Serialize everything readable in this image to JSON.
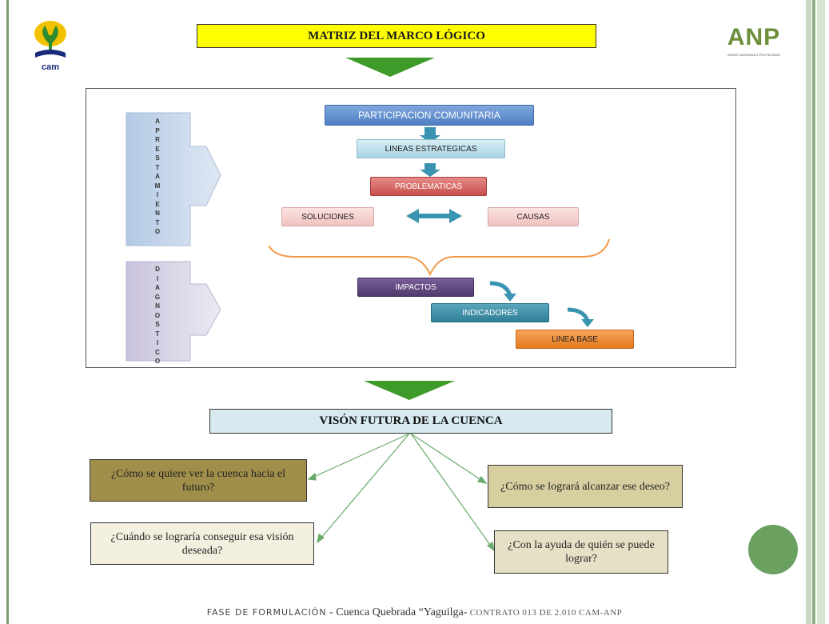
{
  "title": "MATRIZ  DEL MARCO LÓGICO",
  "logos": {
    "left_text": "cam",
    "right_word": "ANP",
    "right_small": "AREAS NATURALES PROTEGIDAS"
  },
  "side_labels": {
    "top": [
      "A",
      "P",
      "R",
      "E",
      "S",
      "T",
      "A",
      "M",
      "I",
      "E",
      "N",
      "T",
      "O"
    ],
    "bottom": [
      "D",
      "I",
      "A",
      "G",
      "N",
      "O",
      "S",
      "T",
      "I",
      "C",
      "O"
    ]
  },
  "nodes": {
    "participacion": "PARTICIPACION COMUNITARIA",
    "lineas": "LINEAS ESTRATEGICAS",
    "problematicas": "PROBLEMATICAS",
    "soluciones": "SOLUCIONES",
    "causas": "CAUSAS",
    "impactos": "IMPACTOS",
    "indicadores": "INDICADORES",
    "linea_base": "LINEA BASE"
  },
  "vision": "VISÓN FUTURA DE LA CUENCA",
  "questions": {
    "q1": "¿Cómo se quiere ver la cuenca hacia el futuro?",
    "q2": "¿Cómo se logrará alcanzar ese deseo?",
    "q3": "¿Cuándo se lograría conseguir esa visión deseada?",
    "q4": "¿Con la ayuda de quién se puede lograr?"
  },
  "footer": {
    "phase": "FASE DE FORMULACIÓN",
    "sep": " - ",
    "basin": "Cuenca Quebrada  “Yaguilga-",
    "contract": " CONTRATO 013 DE 2.010 CAM-ANP"
  },
  "colors": {
    "title_bg": "#ffff00",
    "green_arrow": "#3e9b2a",
    "vision_bg": "#d6eaf0",
    "q1_bg": "#a08f4a",
    "q2_bg": "#d7cfa0",
    "q3_bg": "#f3f0df",
    "q4_bg": "#e6e1c6"
  }
}
